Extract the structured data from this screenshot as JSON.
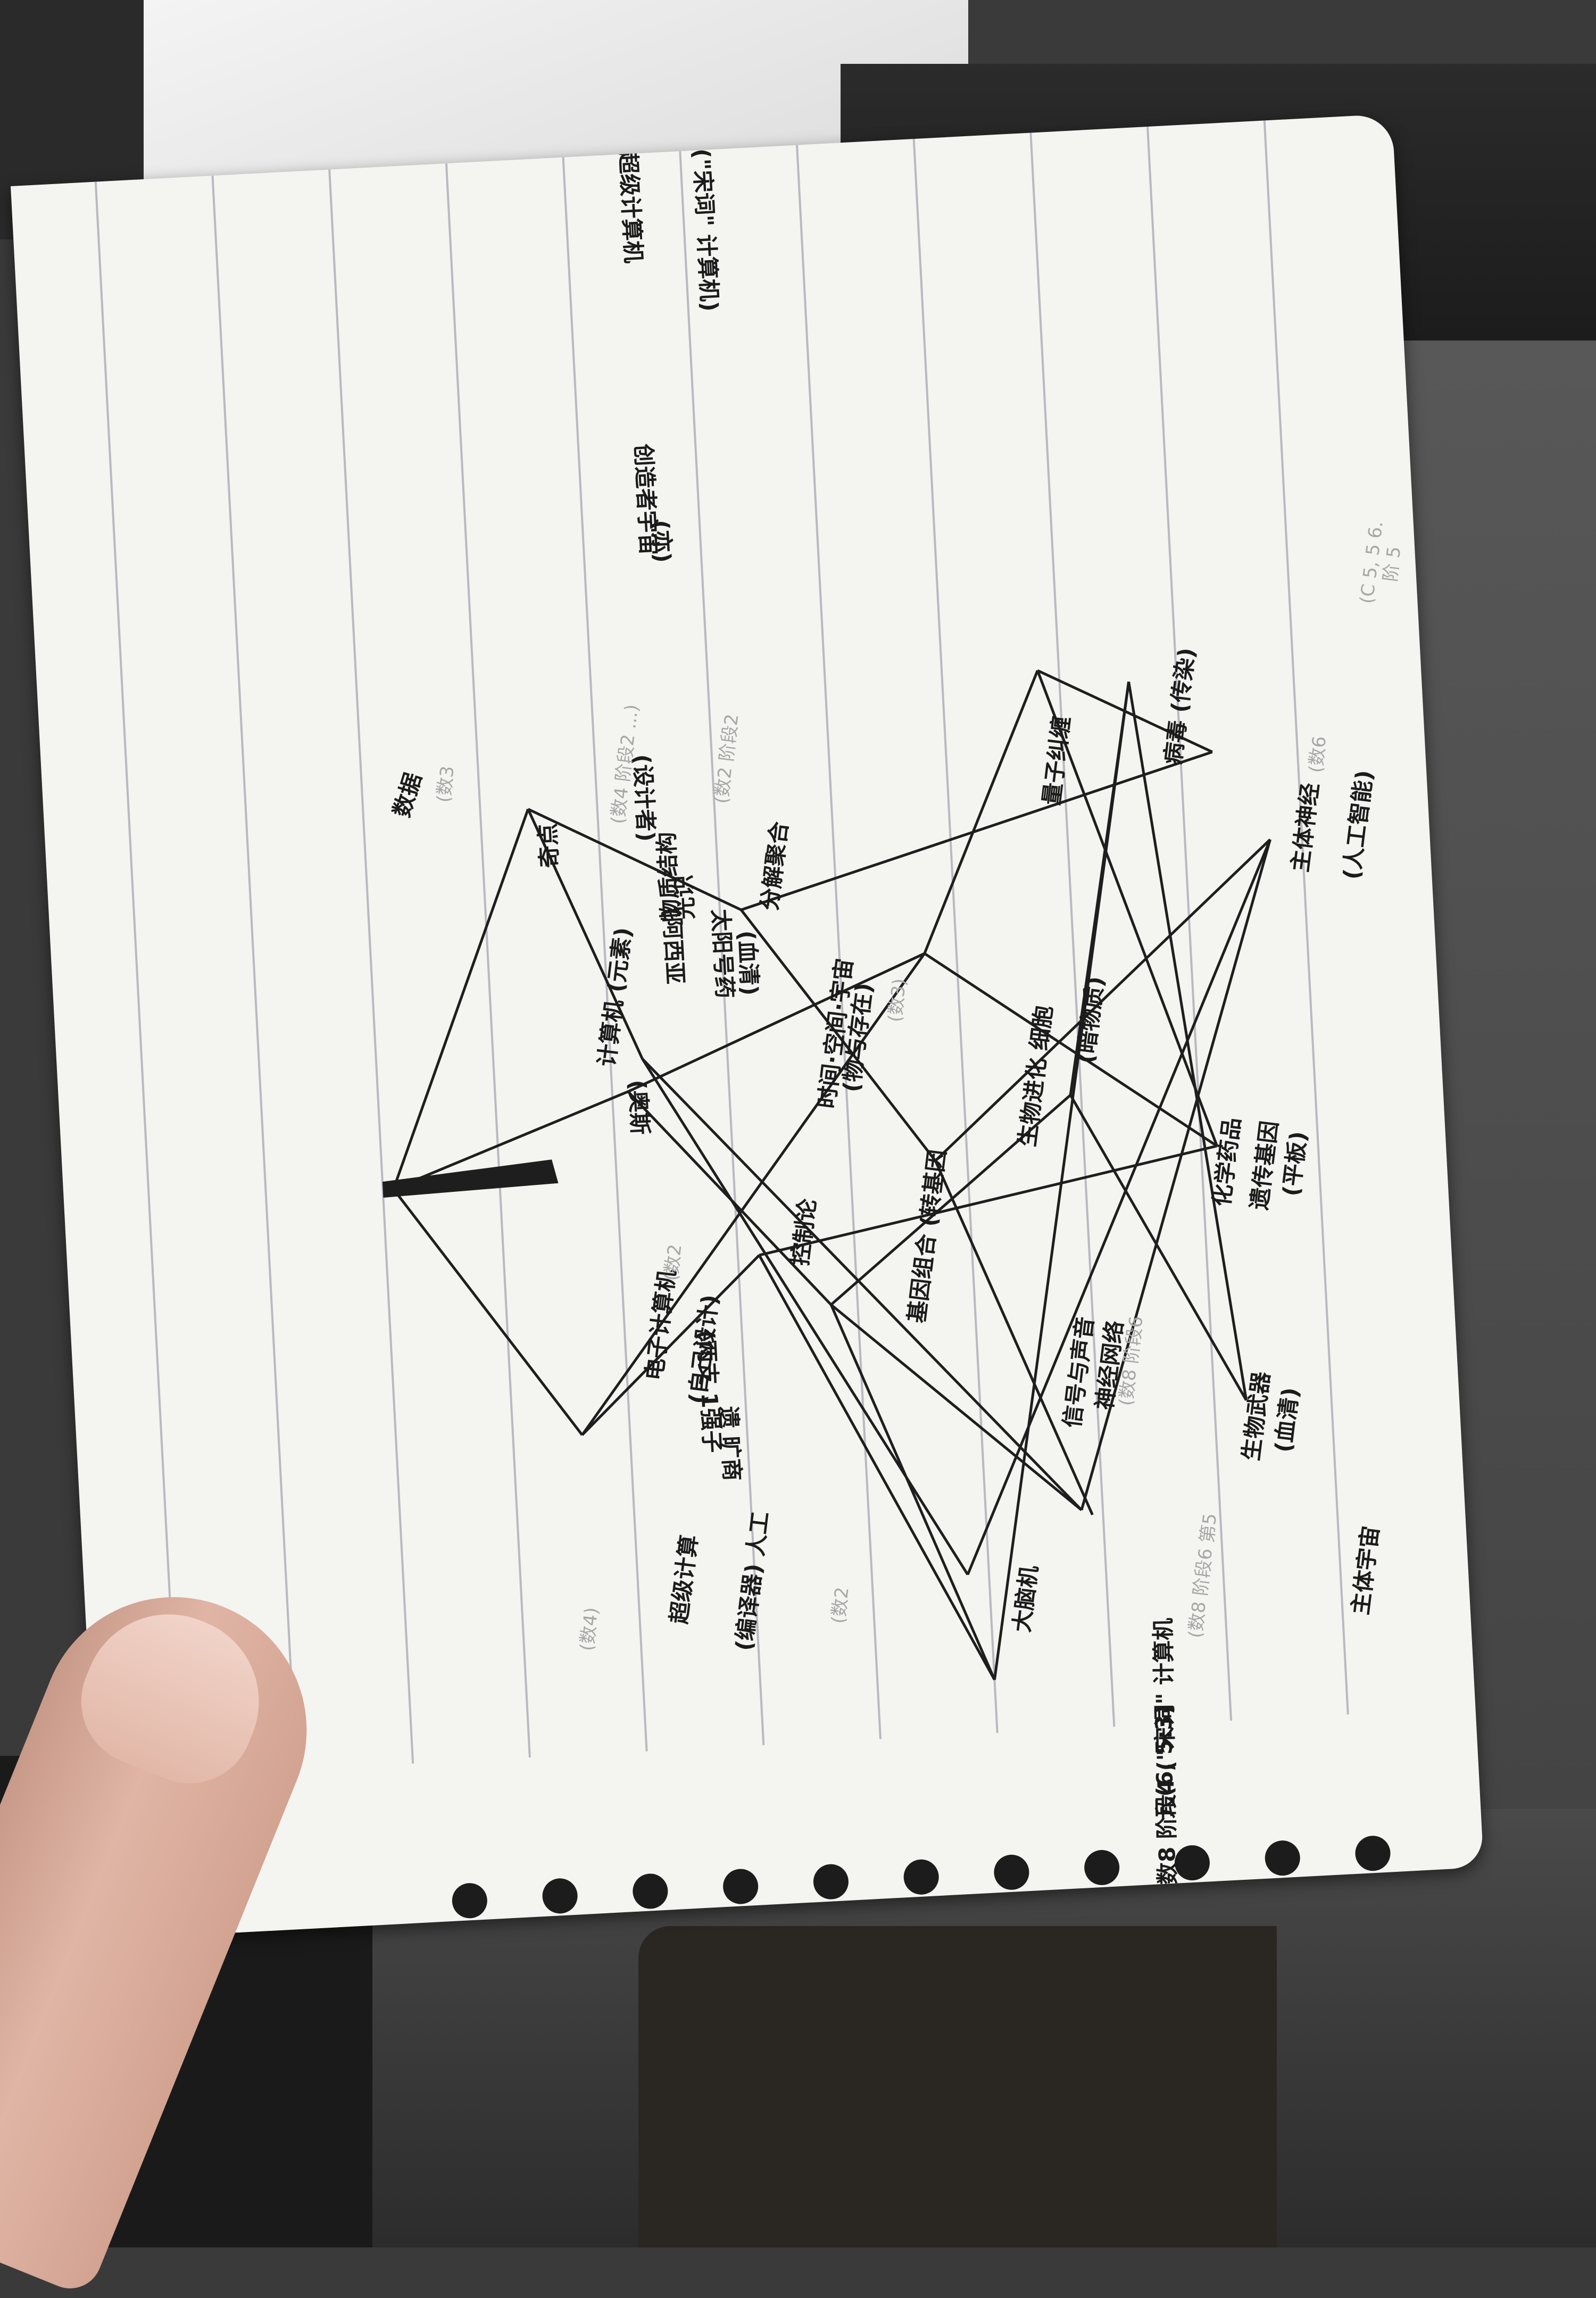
{
  "sketch": {
    "top_left_a": "(\"宋词\" 计算机)",
    "top_left_b": "超级计算机",
    "top_mid_a": "(亦)",
    "top_mid_b": "创造者宇宙",
    "top_mid_c": "(设计者)",
    "top_mid_d": "(阿西亚",
    "top_mid_e": "太阳号药",
    "top_mid_f": "(血清)",
    "top_right_a": "(奥斯",
    "top_right_b": "(两支 1强子",
    "top_right_c": "遗 旷商",
    "node_a": "数据",
    "node_b": "奇点",
    "node_c": "计算机 (元素)",
    "node_d": "物质结构",
    "node_e": "光识",
    "node_f": "分解聚合",
    "node_g": "时间·空间·宇宙",
    "node_h": "(物与存在)",
    "node_i": "电子计算机",
    "node_j": "(自己设计)",
    "node_k": "控制论",
    "node_l": "基因组合 (转基因",
    "node_m": "超级计算",
    "node_n": "(编译器) 人工",
    "node_o": "量子纠缠",
    "node_p": "(暗物质)",
    "node_q": "生物进化 细胞",
    "node_r": "信号与声音",
    "node_s": "神经网络",
    "node_t": "大脑机",
    "node_u": "病毒 (传染)",
    "node_v": "化学药品",
    "node_w": "遗传基因",
    "node_x": "(平板)",
    "node_y": "生物武器",
    "node_z": "(血清)",
    "node_aa": "主体神经",
    "node_ab": "(人工智能)",
    "node_ac": "主体宇宙",
    "faint_a": "(数3",
    "faint_b": "(数4 阶段2 ...)",
    "faint_c": "(数2 阶段2",
    "faint_d": "(数2",
    "faint_e": "(数3)",
    "faint_f": "(数8 阶段6",
    "faint_g": "(数8 阶段6 第5",
    "faint_h": "(数2",
    "faint_i": "(数4)",
    "faint_j": "(数6",
    "bottom_a": "(数8 阶段4 (\"宋词\" 计算机",
    "bottom_b": "元(6, 5:3)",
    "right_a": "(C 5, 5 6.",
    "right_b": "阶 5"
  }
}
